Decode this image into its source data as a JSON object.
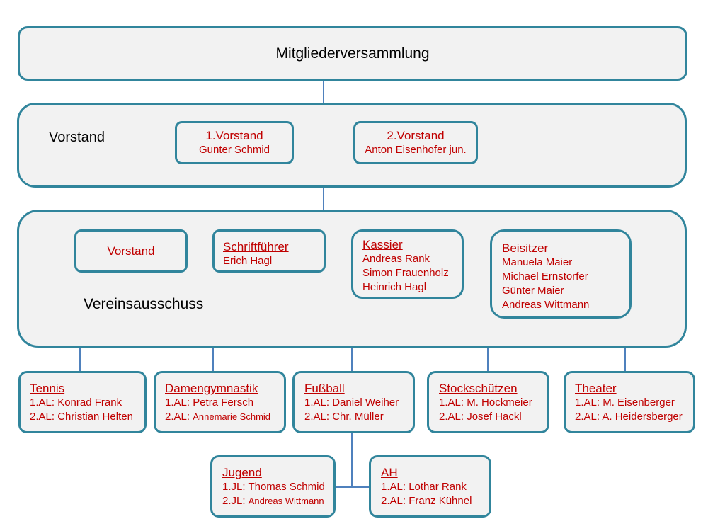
{
  "top": {
    "title": "Mitgliederversammlung"
  },
  "vorstand_panel": {
    "title": "Vorstand",
    "first": {
      "title": "1.Vorstand",
      "name": "Gunter Schmid"
    },
    "second": {
      "title": "2.Vorstand",
      "name": "Anton Eisenhofer jun."
    }
  },
  "ausschuss": {
    "title": "Vereinsausschuss",
    "vorstand": {
      "title": "Vorstand"
    },
    "schriftfuehrer": {
      "title": "Schriftführer",
      "names": [
        "Erich Hagl"
      ]
    },
    "kassier": {
      "title": "Kassier",
      "names": [
        "Andreas Rank",
        "Simon Frauenholz",
        "Heinrich Hagl"
      ]
    },
    "beisitzer": {
      "title": "Beisitzer",
      "names": [
        "Manuela Maier",
        "Michael Ernstorfer",
        "Günter Maier",
        "Andreas Wittmann"
      ]
    }
  },
  "departments": {
    "tennis": {
      "title": "Tennis",
      "al1_prefix": "1.AL:",
      "al1": "Konrad Frank",
      "al2_prefix": "2.AL:",
      "al2": "Christian Helten"
    },
    "damen": {
      "title": "Damengymnastik",
      "al1_prefix": "1.AL:",
      "al1": "Petra Fersch",
      "al2_prefix": "2.AL:",
      "al2": "Annemarie Schmid"
    },
    "fussball": {
      "title": "Fußball",
      "al1_prefix": "1.AL:",
      "al1": "Daniel Weiher",
      "al2_prefix": "2.AL:",
      "al2": "Chr. Müller"
    },
    "stock": {
      "title": "Stockschützen",
      "al1_prefix": "1.AL:",
      "al1": "M. Höckmeier",
      "al2_prefix": "2.AL:",
      "al2": "Josef Hackl"
    },
    "theater": {
      "title": "Theater",
      "al1_prefix": "1.AL:",
      "al1": "M. Eisenberger",
      "al2_prefix": "2.AL:",
      "al2": "A. Heidersberger"
    }
  },
  "sub": {
    "jugend": {
      "title": "Jugend",
      "l1_prefix": "1.JL:",
      "l1": "Thomas Schmid",
      "l2_prefix": "2.JL:",
      "l2": "Andreas Wittmann"
    },
    "ah": {
      "title": "AH",
      "l1_prefix": "1.AL:",
      "l1": "Lothar Rank",
      "l2_prefix": "2.AL:",
      "l2": "Franz Kühnel"
    }
  },
  "colors": {
    "border": "#31859c",
    "connector": "#4f81bd",
    "fill": "#f2f2f2",
    "accent_text": "#c00000"
  }
}
